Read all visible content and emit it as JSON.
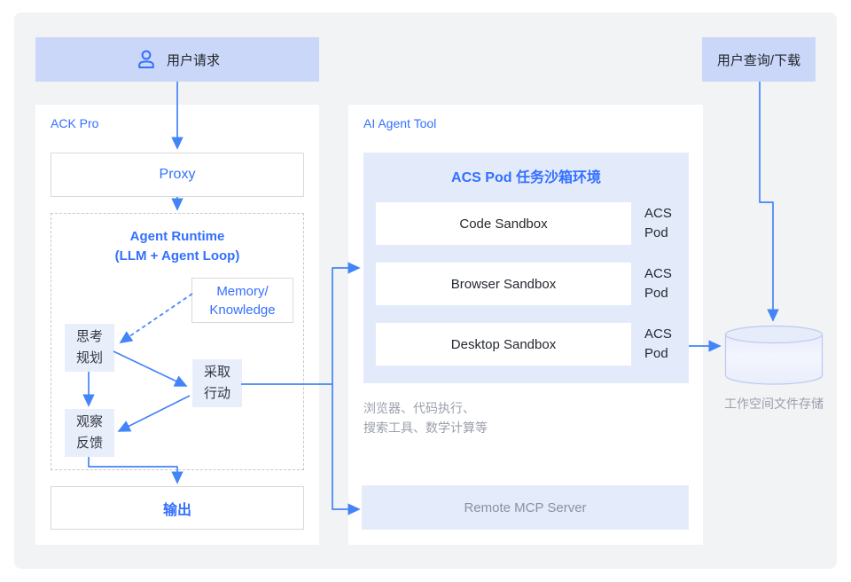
{
  "diagram": {
    "user_request": {
      "label": "用户请求",
      "icon": "user-icon"
    },
    "user_query": {
      "label": "用户查询/下载"
    },
    "ack_pro": {
      "title": "ACK Pro",
      "proxy_label": "Proxy",
      "agent_runtime": {
        "title_line1": "Agent Runtime",
        "title_line2": "(LLM + Agent Loop)"
      },
      "memory": {
        "line1": "Memory/",
        "line2": "Knowledge"
      },
      "think": {
        "line1": "思考",
        "line2": "规划"
      },
      "act": {
        "line1": "采取",
        "line2": "行动"
      },
      "observe": {
        "line1": "观察",
        "line2": "反馈"
      },
      "output_label": "输出"
    },
    "ai_agent_tool": {
      "title": "AI Agent Tool",
      "acs_env": {
        "title": "ACS Pod 任务沙箱环境",
        "sandboxes": [
          {
            "label": "Code Sandbox",
            "pod_line1": "ACS",
            "pod_line2": "Pod"
          },
          {
            "label": "Browser Sandbox",
            "pod_line1": "ACS",
            "pod_line2": "Pod"
          },
          {
            "label": "Desktop Sandbox",
            "pod_line1": "ACS",
            "pod_line2": "Pod"
          }
        ]
      },
      "tools_note": {
        "line1": "浏览器、代码执行、",
        "line2": "搜索工具、数学计算等"
      },
      "remote_mcp_label": "Remote MCP Server"
    },
    "storage": {
      "label": "工作空间文件存储",
      "icon": "database-cylinder-icon"
    }
  },
  "colors": {
    "accent_blue": "#3370ff",
    "arrow_blue": "#4384f8",
    "pill_fill": "#cbd7f8",
    "acs_container_fill": "#e3ebfb",
    "chip_fill": "#e9eefb",
    "mcp_fill": "#e4ecfb",
    "canvas_gray": "#f2f3f5",
    "dark_text": "#24282f",
    "muted_text": "#9aa0ab"
  }
}
